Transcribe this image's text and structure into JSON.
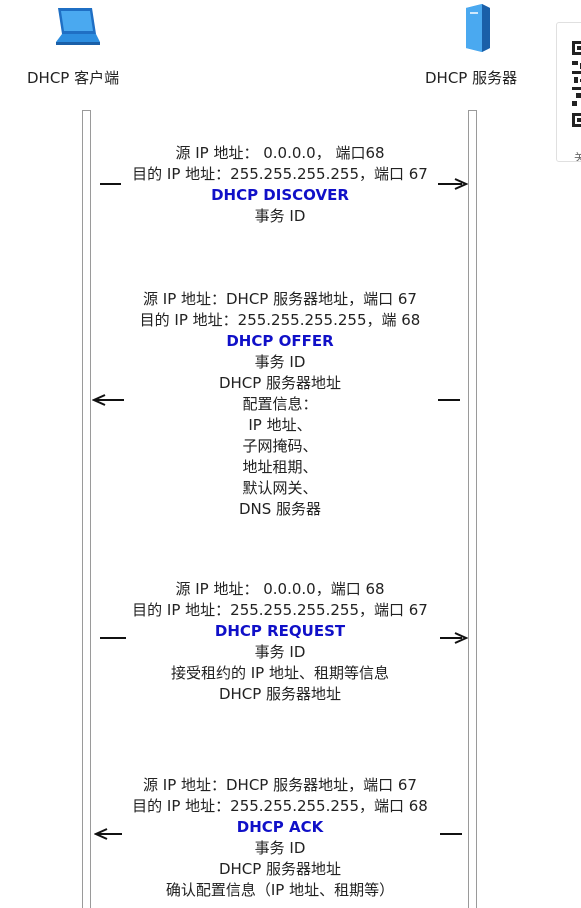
{
  "actors": {
    "client": {
      "label": "DHCP 客户端",
      "icon": "computer-icon"
    },
    "server": {
      "label": "DHCP 服务器",
      "icon": "server-icon"
    }
  },
  "messages": [
    {
      "id": "discover",
      "direction": "client-to-server",
      "lines": [
        "源 IP 地址： 0.0.0.0， 端口68",
        "目的 IP 地址：255.255.255.255，端口 67"
      ],
      "title": "DHCP DISCOVER",
      "body": [
        "事务 ID"
      ]
    },
    {
      "id": "offer",
      "direction": "server-to-client",
      "lines": [
        "源 IP 地址：DHCP 服务器地址，端口 67",
        "目的 IP 地址：255.255.255.255，端 68"
      ],
      "title": "DHCP OFFER",
      "body": [
        "事务 ID",
        "DHCP 服务器地址",
        "配置信息：",
        "IP 地址、",
        "子网掩码、",
        "地址租期、",
        "默认网关、",
        "DNS 服务器"
      ]
    },
    {
      "id": "request",
      "direction": "client-to-server",
      "lines": [
        "源 IP 地址： 0.0.0.0，端口 68",
        "目的 IP 地址：255.255.255.255，端口 67"
      ],
      "title": "DHCP REQUEST",
      "body": [
        "事务 ID",
        "接受租约的 IP 地址、租期等信息",
        "DHCP 服务器地址"
      ]
    },
    {
      "id": "ack",
      "direction": "server-to-client",
      "lines": [
        "源 IP 地址：DHCP 服务器地址，端口 67",
        "目的 IP 地址：255.255.255.255，端口 68"
      ],
      "title": "DHCP ACK",
      "body": [
        "事务 ID",
        "DHCP 服务器地址",
        "确认配置信息（IP 地址、租期等）"
      ]
    }
  ],
  "side_card": {
    "icon": "qr-code-icon",
    "text": "关"
  },
  "colors": {
    "title": "#1010c8",
    "arrow": "#111111",
    "lifeline_border": "#9a9a9a",
    "icon_blue": "#2d8ee0"
  }
}
